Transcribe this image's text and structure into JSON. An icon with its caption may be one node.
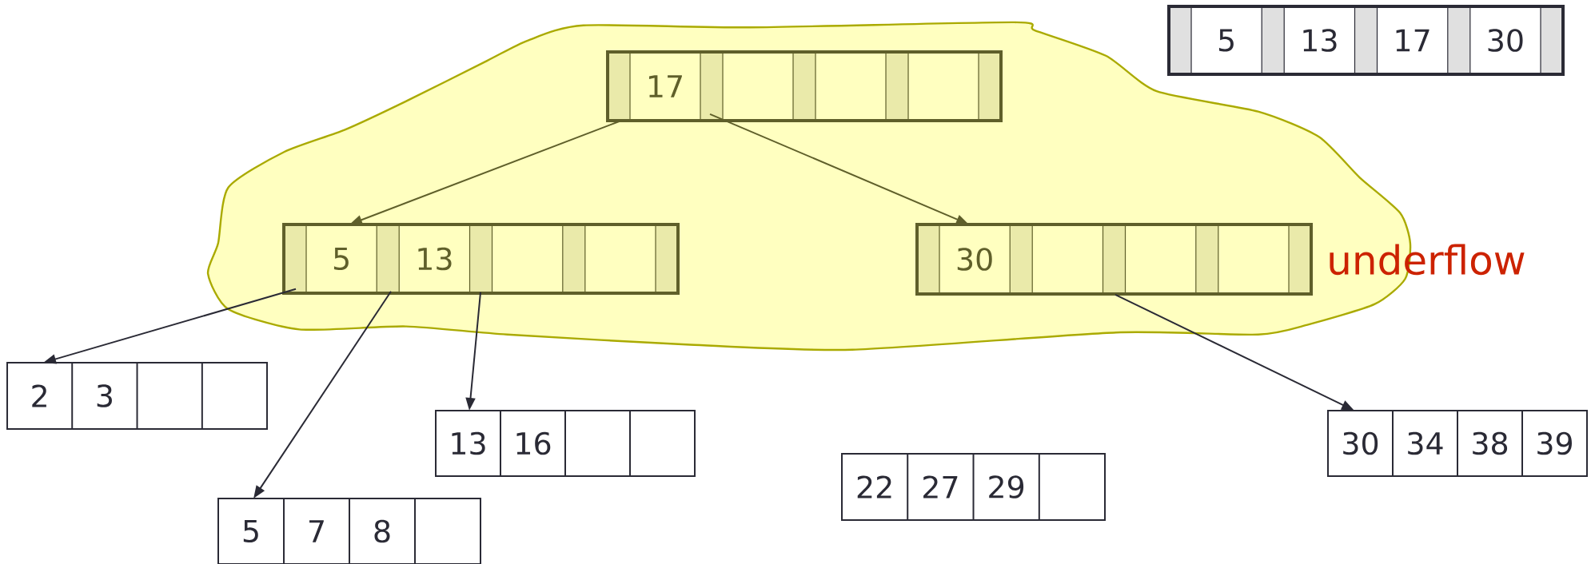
{
  "diagram": {
    "nodes": [
      {
        "text": [],
        "shape": "cloud"
      },
      {
        "text": [
          "5",
          "13",
          "17",
          "30"
        ]
      },
      {
        "text": [
          "17"
        ],
        "in": 0
      },
      {
        "text": [
          "5",
          "13"
        ],
        "in": 0
      },
      {
        "text": [
          "30"
        ],
        "in": 0,
        "beside": [
          "underflow"
        ]
      },
      {
        "text": [
          "2",
          "3"
        ]
      },
      {
        "text": [
          "5",
          "7",
          "8"
        ]
      },
      {
        "text": [
          "13",
          "16"
        ]
      },
      {
        "text": [
          "22",
          "27",
          "29"
        ]
      },
      {
        "text": [
          "30",
          "34",
          "38",
          "39"
        ]
      }
    ],
    "edges": [
      {
        "from": 2,
        "to": 3,
        "arrow": "to",
        "color": "#5f5f2a"
      },
      {
        "from": 2,
        "to": 4,
        "arrow": "to",
        "color": "#5f5f2a"
      },
      {
        "from": 3,
        "to": 5,
        "arrow": "to"
      },
      {
        "from": 3,
        "to": 6,
        "arrow": "to"
      },
      {
        "from": 3,
        "to": 7,
        "arrow": "to"
      },
      {
        "from": 4,
        "to": 9,
        "arrow": "to"
      }
    ]
  }
}
